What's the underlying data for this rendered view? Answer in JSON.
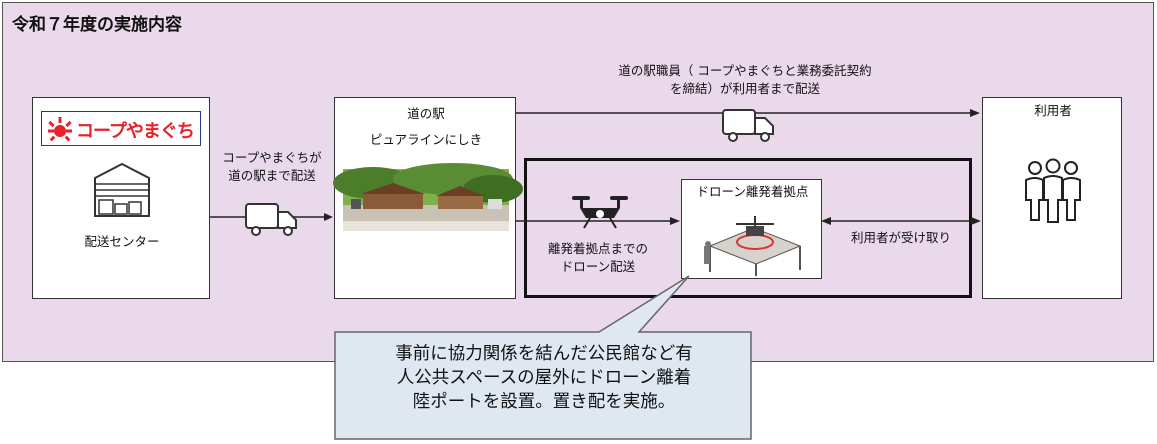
{
  "title": "令和７年度の実施内容",
  "nodes": {
    "center": {
      "logo_text": "コープやまぐち",
      "label": "配送センター"
    },
    "station": {
      "label_line1": "道の駅",
      "label_line2": "ピュアラインにしき"
    },
    "port": {
      "label": "ドローン離発着拠点"
    },
    "user": {
      "label": "利用者"
    }
  },
  "edges": {
    "center_to_station": {
      "line1": "コープやまぐちが",
      "line2": "道の駅まで配送"
    },
    "station_to_user": {
      "line1": "道の駅職員（ コープやまぐちと業務委託契約",
      "line2": "を締結）が利用者まで配送"
    },
    "station_to_port": {
      "line1": "離発着拠点までの",
      "line2": "ドローン配送"
    },
    "port_user": {
      "label": "利用者が受け取り"
    }
  },
  "callout": {
    "line1": "事前に協力関係を結んだ公民館など有",
    "line2": "人公共スペースの屋外にドローン離着",
    "line3": "陸ポートを設置。置き配を実施。"
  },
  "colors": {
    "panel_bg": "#ead9ea",
    "callout_bg": "#dfe8f1",
    "logo_red": "#e8202a",
    "logo_blue": "#1f3a8a"
  },
  "icons": [
    "truck-icon",
    "warehouse-icon",
    "drone-icon",
    "people-icon",
    "drone-port-icon",
    "sun-logo-icon"
  ]
}
